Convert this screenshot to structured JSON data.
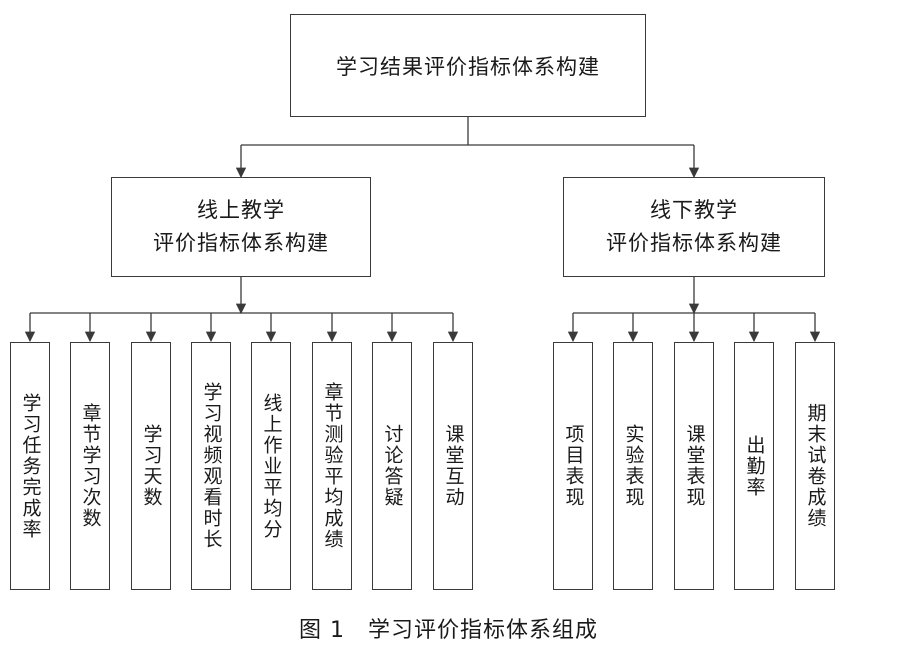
{
  "root": {
    "label": "学习结果评价指标体系构建"
  },
  "branches": [
    {
      "label_lines": [
        "线上教学",
        "评价指标体系构建"
      ],
      "leaves": [
        "学习任务完成率",
        "章节学习次数",
        "学习天数",
        "学习视频观看时长",
        "线上作业平均分",
        "章节测验平均成绩",
        "讨论答疑",
        "课堂互动"
      ]
    },
    {
      "label_lines": [
        "线下教学",
        "评价指标体系构建"
      ],
      "leaves": [
        "项目表现",
        "实验表现",
        "课堂表现",
        "出勤率",
        "期末试卷成绩"
      ]
    }
  ],
  "caption": "图 1　学习评价指标体系组成"
}
